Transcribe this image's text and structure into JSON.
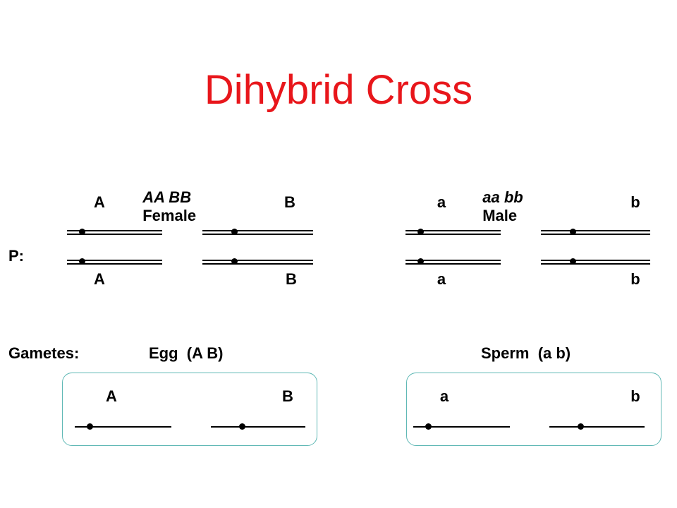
{
  "title": "Dihybrid Cross",
  "parents": {
    "female": {
      "genotype": "AA BB",
      "sex": "Female",
      "top_alleles": [
        "A",
        "B"
      ],
      "bottom_alleles": [
        "A",
        "B"
      ]
    },
    "male": {
      "genotype": "aa bb",
      "sex": "Male",
      "top_alleles": [
        "a",
        "b"
      ],
      "bottom_alleles": [
        "a",
        "b"
      ]
    },
    "generation_label": "P:"
  },
  "gametes": {
    "label": "Gametes:",
    "egg": {
      "label": "Egg  (A B)",
      "alleles": [
        "A",
        "B"
      ]
    },
    "sperm": {
      "label": "Sperm  (a b)",
      "alleles": [
        "a",
        "b"
      ]
    }
  },
  "colors": {
    "title": "#e8161b",
    "box_border": "#5fb8b5",
    "text": "#000000"
  }
}
